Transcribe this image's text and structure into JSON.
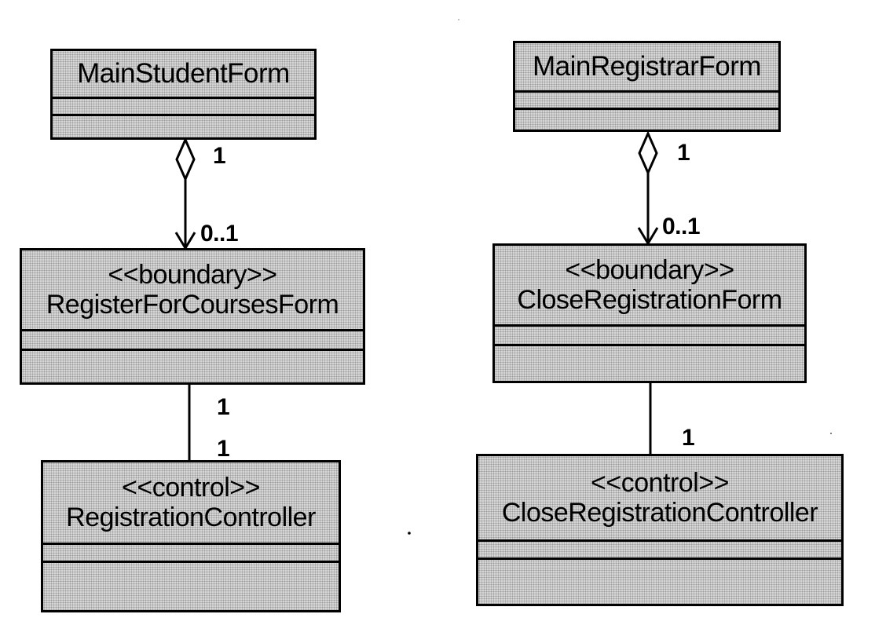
{
  "classes": {
    "main_student_form": {
      "name": "MainStudentForm"
    },
    "register_for_courses_form": {
      "stereotype": "<<boundary>>",
      "name": "RegisterForCoursesForm"
    },
    "registration_controller": {
      "stereotype": "<<control>>",
      "name": "RegistrationController"
    },
    "main_registrar_form": {
      "name": "MainRegistrarForm"
    },
    "close_registration_form": {
      "stereotype": "<<boundary>>",
      "name": "CloseRegistrationForm"
    },
    "close_registration_controller": {
      "stereotype": "<<control>>",
      "name": "CloseRegistrationController"
    }
  },
  "associations": [
    {
      "from": "MainStudentForm",
      "to": "RegisterForCoursesForm",
      "kind": "aggregation",
      "source_multiplicity": "1",
      "target_multiplicity": "0..1"
    },
    {
      "from": "RegisterForCoursesForm",
      "to": "RegistrationController",
      "kind": "association",
      "source_multiplicity": "1",
      "target_multiplicity": "1"
    },
    {
      "from": "MainRegistrarForm",
      "to": "CloseRegistrationForm",
      "kind": "aggregation",
      "source_multiplicity": "1",
      "target_multiplicity": "0..1"
    },
    {
      "from": "CloseRegistrationForm",
      "to": "CloseRegistrationController",
      "kind": "association",
      "target_multiplicity": "1"
    }
  ]
}
